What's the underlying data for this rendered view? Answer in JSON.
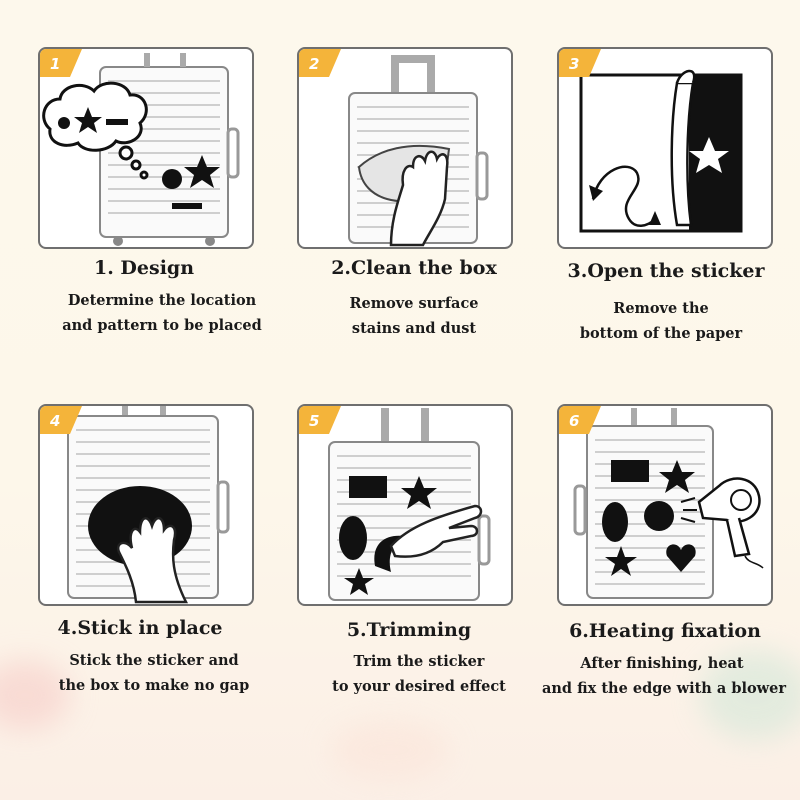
{
  "steps": [
    {
      "number": "1",
      "title": "1. Design",
      "desc_lines": [
        "Determine the location",
        "and pattern to be placed"
      ]
    },
    {
      "number": "2",
      "title": "2.Clean the box",
      "desc_lines": [
        "Remove surface",
        "stains and dust"
      ]
    },
    {
      "number": "3",
      "title": "3.Open the sticker",
      "desc_lines": [
        "Remove the",
        "bottom of the paper"
      ]
    },
    {
      "number": "4",
      "title": "4.Stick in place",
      "desc_lines": [
        "Stick the sticker and",
        "the box to make no gap"
      ]
    },
    {
      "number": "5",
      "title": "5.Trimming",
      "desc_lines": [
        "Trim the sticker",
        "to your desired effect"
      ]
    },
    {
      "number": "6",
      "title": "6.Heating fixation",
      "desc_lines": [
        "After finishing, heat",
        "and fix the edge with a blower"
      ]
    }
  ],
  "colors": {
    "badge": "#f4b43a",
    "outline": "#6f6f6f",
    "ink": "#111111"
  }
}
